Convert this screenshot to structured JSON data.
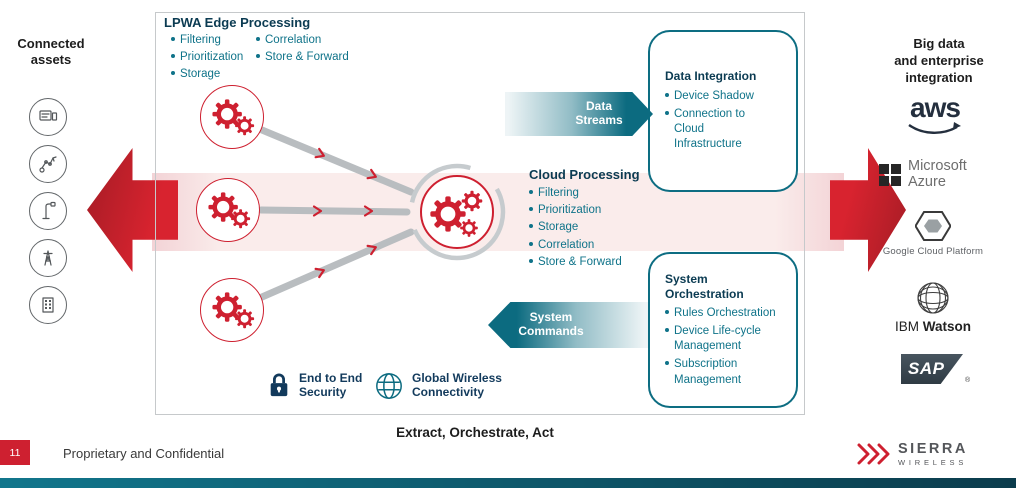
{
  "colors": {
    "red": "#ce2030",
    "teal": "#0c6b80",
    "navy": "#0b3b52"
  },
  "connected_assets": {
    "title": "Connected assets",
    "icons": [
      "smart-meter-icon",
      "robot-arm-icon",
      "street-light-icon",
      "power-tower-icon",
      "building-icon"
    ]
  },
  "edge_processing": {
    "title": "LPWA Edge Processing",
    "col1": [
      "Filtering",
      "Prioritization",
      "Storage"
    ],
    "col2": [
      "Correlation",
      "Store & Forward"
    ]
  },
  "cloud_processing": {
    "title": "Cloud Processing",
    "items": [
      "Filtering",
      "Prioritization",
      "Storage",
      "Correlation",
      "Store & Forward"
    ]
  },
  "flows": {
    "data_streams": "Data Streams",
    "system_commands": "System Commands"
  },
  "data_integration": {
    "title": "Data Integration",
    "items": [
      "Device Shadow",
      "Connection to Cloud Infrastructure"
    ]
  },
  "system_orchestration": {
    "title": "System Orchestration",
    "items": [
      "Rules Orchestration",
      "Device Life-cycle Management",
      "Subscription Management"
    ]
  },
  "features": {
    "security": "End to End Security",
    "connectivity": "Global Wireless Connectivity"
  },
  "caption": "Extract, Orchestrate, Act",
  "big_data": {
    "title_lines": [
      "Big data",
      "and enterprise",
      "integration"
    ],
    "logos": {
      "aws": "aws",
      "microsoft_line1": "Microsoft",
      "microsoft_line2": "Azure",
      "google_cloud": "Google Cloud Platform",
      "ibm": "IBM",
      "watson": "Watson",
      "sap": "SAP",
      "sap_reg": "®"
    }
  },
  "footer": {
    "page_number": "11",
    "confidential": "Proprietary and Confidential",
    "brand_line1": "SIERRA",
    "brand_line2": "WIRELESS"
  }
}
